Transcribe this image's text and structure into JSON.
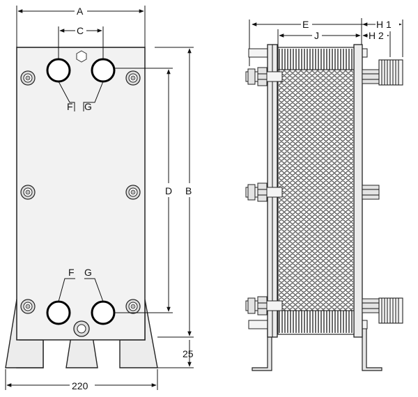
{
  "front_view": {
    "dim_labels": {
      "A": "A",
      "B": "B",
      "C": "C",
      "D": "D",
      "width": "220",
      "foot": "25"
    },
    "port_labels": {
      "top_f": "F",
      "top_g": "G",
      "bottom_f": "F",
      "bottom_g": "G"
    }
  },
  "side_view": {
    "dim_labels": {
      "E": "E",
      "J": "J",
      "H1": "H 1",
      "H2": "H 2"
    }
  }
}
